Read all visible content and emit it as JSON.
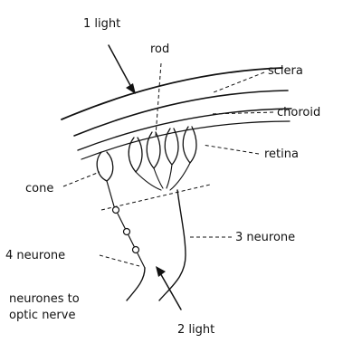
{
  "labels": {
    "light_1": "1 light",
    "rod": "rod",
    "sclera": "sclera",
    "choroid": "choroid",
    "retina": "retina",
    "cone": "cone",
    "neurone_3": "3 neurone",
    "neurone_4": "4 neurone",
    "neurones_to_line1": "neurones to",
    "neurones_to_line2": "optic nerve",
    "light_2": "2 light"
  }
}
